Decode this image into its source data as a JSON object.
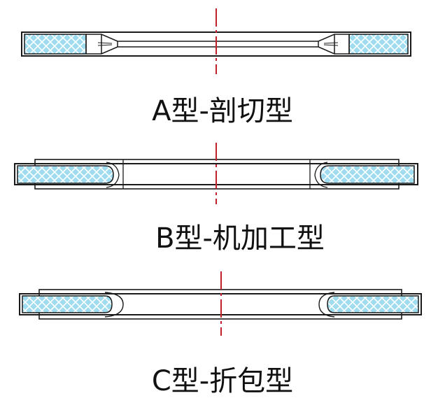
{
  "colors": {
    "outline": "#1a1a1a",
    "centerline": "#c0202a",
    "filler": "#9fdcef",
    "mesh": "#ffffff"
  },
  "sections": [
    {
      "caption": "A型-剖切型",
      "style": "cut"
    },
    {
      "caption": "B型-机加工型",
      "style": "machined"
    },
    {
      "caption": "C型-折包型",
      "style": "folded"
    }
  ]
}
